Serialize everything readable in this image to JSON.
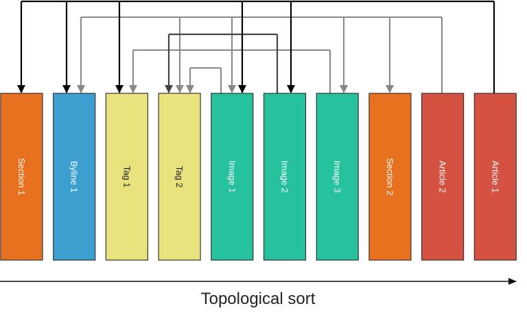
{
  "title": "",
  "axis": {
    "label": "Topological sort",
    "direction": "left-to-right"
  },
  "colors": {
    "section": "#e8711f",
    "byline": "#3d9fd0",
    "tag": "#e9e37e",
    "image": "#26c19d",
    "article": "#d55243",
    "edge_primary": "#000000",
    "edge_secondary": "#888888",
    "edge_tertiary": "#444444",
    "border": "#333333"
  },
  "nodes": [
    {
      "id": "section1",
      "label": "Section 1",
      "kind": "section",
      "text_color": "#ffffff"
    },
    {
      "id": "byline1",
      "label": "Byline 1",
      "kind": "byline",
      "text_color": "#ffffff"
    },
    {
      "id": "tag1",
      "label": "Tag 1",
      "kind": "tag",
      "text_color": "#222222"
    },
    {
      "id": "tag2",
      "label": "Tag 2",
      "kind": "tag",
      "text_color": "#222222"
    },
    {
      "id": "image1",
      "label": "Image 1",
      "kind": "image",
      "text_color": "#ffffff"
    },
    {
      "id": "image2",
      "label": "Image 2",
      "kind": "image",
      "text_color": "#ffffff"
    },
    {
      "id": "image3",
      "label": "Image 3",
      "kind": "image",
      "text_color": "#ffffff"
    },
    {
      "id": "section2",
      "label": "Section 2",
      "kind": "section",
      "text_color": "#ffffff"
    },
    {
      "id": "article2",
      "label": "Article 2",
      "kind": "article",
      "text_color": "#ffffff"
    },
    {
      "id": "article1",
      "label": "Article 1",
      "kind": "article",
      "text_color": "#ffffff"
    }
  ],
  "edge_groups": [
    {
      "from": "article1",
      "style": "edge_primary",
      "to": [
        "section1",
        "byline1",
        "tag1",
        "image1",
        "image2"
      ]
    },
    {
      "from": "article2",
      "style": "edge_secondary",
      "to": [
        "byline1",
        "tag2",
        "image1",
        "image3",
        "section2"
      ]
    },
    {
      "from": "image2",
      "style": "edge_tertiary",
      "to": [
        "tag2"
      ]
    },
    {
      "from": "image3",
      "style": "edge_secondary",
      "to": [
        "tag1"
      ]
    },
    {
      "from": "image1",
      "style": "edge_secondary",
      "to": [
        "tag2"
      ]
    }
  ]
}
